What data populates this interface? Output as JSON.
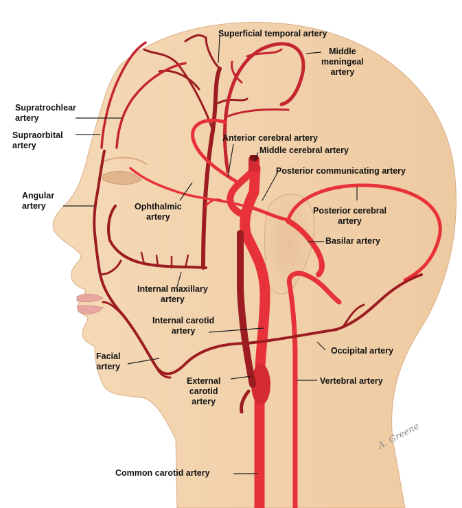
{
  "labels": {
    "superficial_temporal": "Superficial temporal artery",
    "middle_meningeal": "Middle\nmeningeal\nartery",
    "supratrochlear": "Supratrochlear\nartery",
    "supraorbital": "Supraorbital\nartery",
    "anterior_cerebral": "Anterior cerebral artery",
    "middle_cerebral": "Middle cerebral artery",
    "posterior_communicating": "Posterior communicating artery",
    "angular": "Angular\nartery",
    "ophthalmic": "Ophthalmic\nartery",
    "posterior_cerebral": "Posterior cerebral\nartery",
    "basilar": "Basilar artery",
    "internal_maxillary": "Internal maxillary\nartery",
    "internal_carotid": "Internal carotid\nartery",
    "facial": "Facial\nartery",
    "occipital": "Occipital artery",
    "external_carotid": "External\ncarotid\nartery",
    "vertebral": "Vertebral artery",
    "common_carotid": "Common carotid artery"
  },
  "signature": "A. Greene",
  "colors": {
    "skin": "#f3d3ae",
    "skin_shadow": "#e6bb92",
    "artery": "#e8323a",
    "artery_dark": "#9c1c22",
    "leader": "#222222"
  }
}
